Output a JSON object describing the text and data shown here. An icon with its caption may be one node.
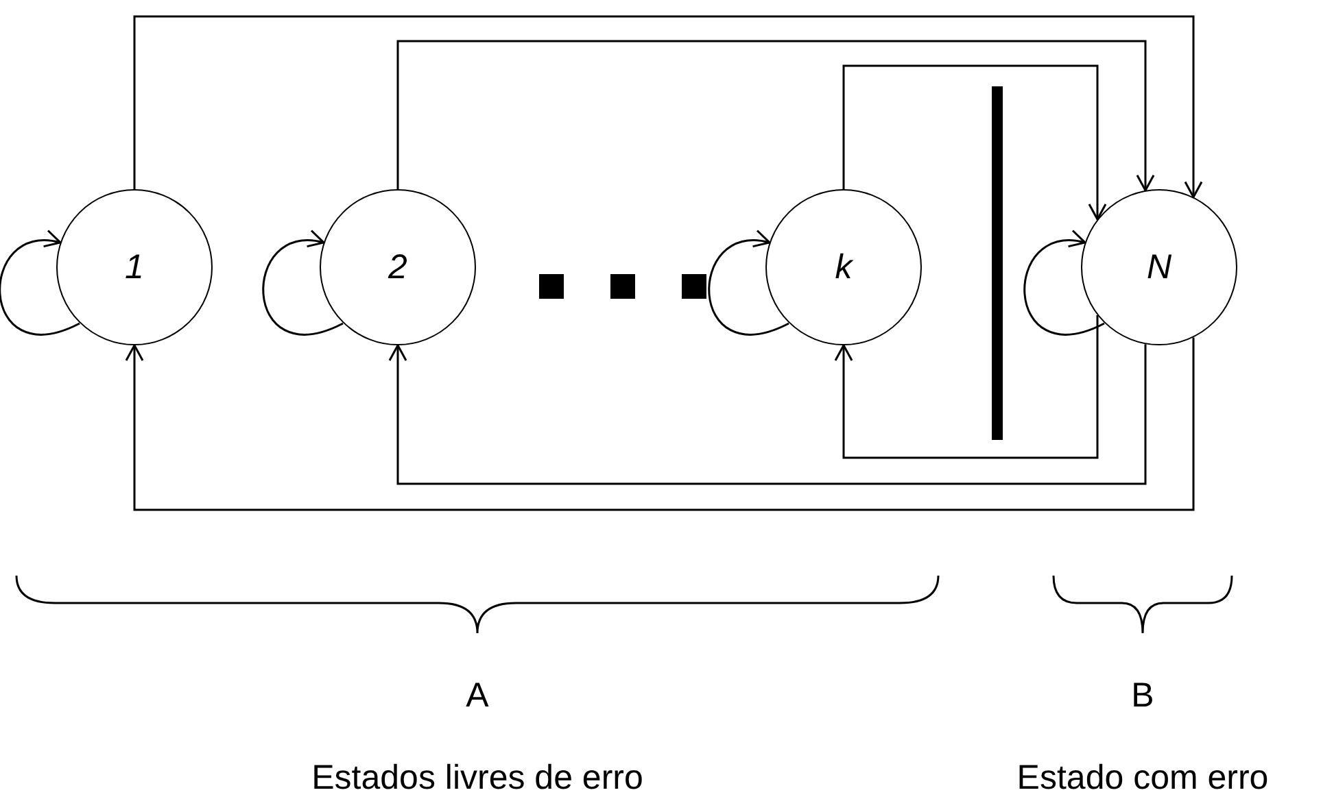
{
  "diagram": {
    "nodes": [
      {
        "text": [
          "1"
        ]
      },
      {
        "text": [
          "2"
        ]
      },
      {
        "text": [
          "k"
        ]
      },
      {
        "text": [
          "N"
        ]
      }
    ],
    "edges": [
      {
        "from": 0,
        "to": 0,
        "arrow": "to"
      },
      {
        "from": 1,
        "to": 1,
        "arrow": "to"
      },
      {
        "from": 2,
        "to": 2,
        "arrow": "to"
      },
      {
        "from": 3,
        "to": 3,
        "arrow": "to"
      },
      {
        "from": 0,
        "to": 3,
        "arrow": "to"
      },
      {
        "from": 1,
        "to": 3,
        "arrow": "to"
      },
      {
        "from": 2,
        "to": 3,
        "arrow": "to"
      },
      {
        "from": 3,
        "to": 0,
        "arrow": "to"
      },
      {
        "from": 3,
        "to": 1,
        "arrow": "to"
      },
      {
        "from": 3,
        "to": 2,
        "arrow": "to"
      }
    ],
    "labels": [
      "A",
      "B",
      "Estados livres de erro",
      "Estado com erro"
    ]
  }
}
